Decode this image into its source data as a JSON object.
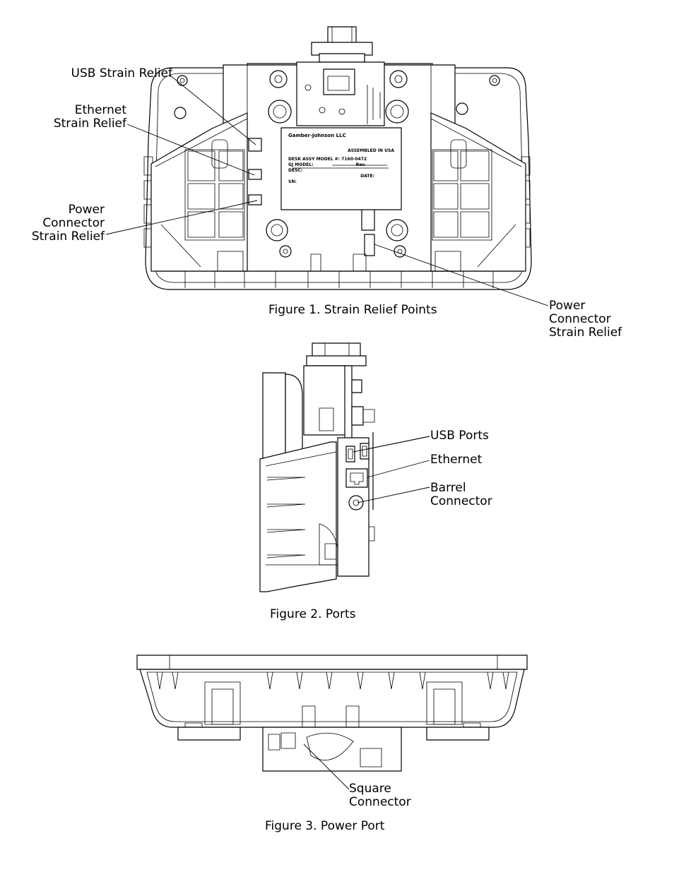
{
  "figure1": {
    "caption": "Figure 1. Strain Relief Points",
    "callouts": {
      "usb_strain_relief": [
        "USB Strain Relief"
      ],
      "ethernet_strain_relief": [
        "Ethernet",
        "Strain Relief"
      ],
      "power_strain_relief_left": [
        "Power",
        "Connector",
        "Strain Relief"
      ],
      "power_strain_relief_right": [
        "Power",
        "Connector",
        "Strain Relief"
      ]
    },
    "label_plate": {
      "company": "Gamber-Johnson LLC",
      "assembled": "ASSEMBLED IN USA",
      "model_line": "DESK ASSY MODEL #: 7160-0472",
      "gj_model": "GJ MODEL:",
      "rev": "Rev.",
      "desc": "DESC:",
      "date": "DATE:",
      "sn": "SN:"
    }
  },
  "figure2": {
    "caption": "Figure 2. Ports",
    "callouts": {
      "usb_ports": [
        "USB Ports"
      ],
      "ethernet": [
        "Ethernet"
      ],
      "barrel_connector": [
        "Barrel",
        "Connector"
      ]
    }
  },
  "figure3": {
    "caption": "Figure 3. Power Port",
    "callouts": {
      "square_connector": [
        "Square",
        "Connector"
      ]
    }
  }
}
